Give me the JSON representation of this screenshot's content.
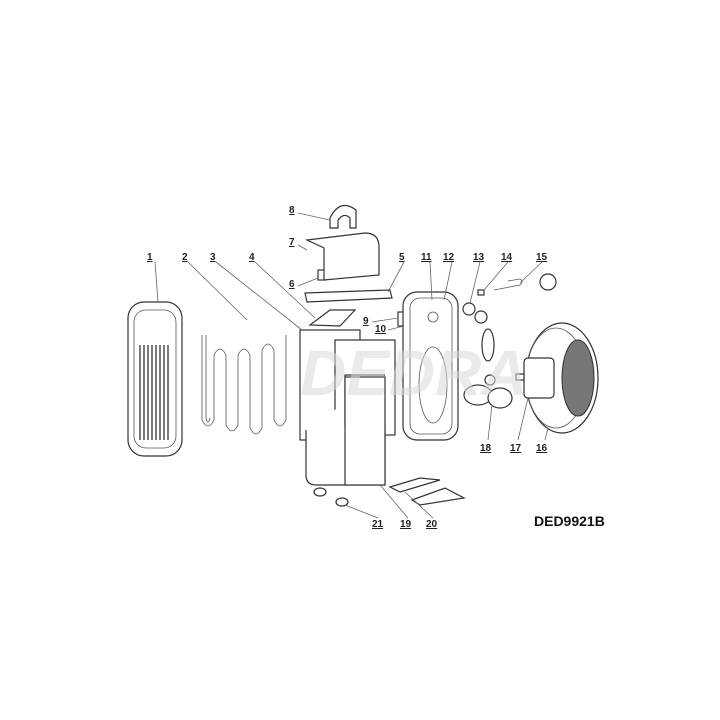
{
  "watermark": "DEDRA",
  "model": "DED9921B",
  "callouts": [
    "1",
    "2",
    "3",
    "4",
    "5",
    "6",
    "7",
    "8",
    "9",
    "10",
    "11",
    "12",
    "13",
    "14",
    "15",
    "16",
    "17",
    "18",
    "19",
    "20",
    "21"
  ]
}
